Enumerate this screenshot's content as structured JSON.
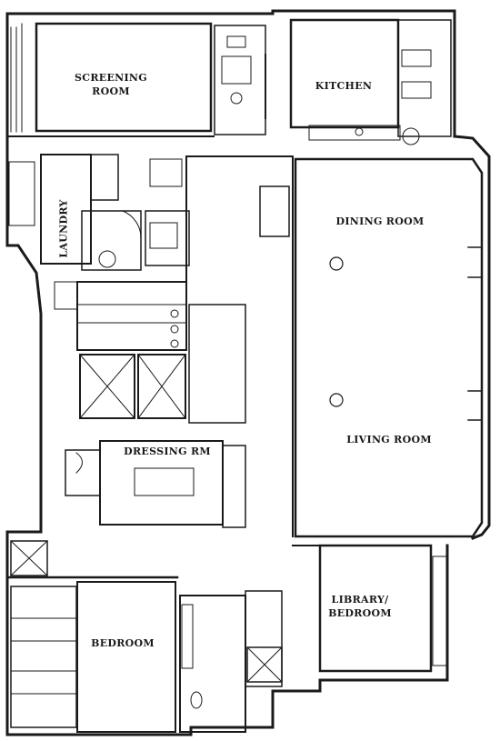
{
  "colors": {
    "ink": "#1a1a1a",
    "paper": "#ffffff"
  },
  "rooms": {
    "screening_line1": "SCREENING",
    "screening_line2": "ROOM",
    "kitchen": "KITCHEN",
    "laundry": "LAUNDRY",
    "dining": "DINING ROOM",
    "living": "LIVING ROOM",
    "dressing": "DRESSING RM",
    "library_line1": "LIBRARY/",
    "library_line2": "BEDROOM",
    "bedroom": "BEDROOM"
  }
}
